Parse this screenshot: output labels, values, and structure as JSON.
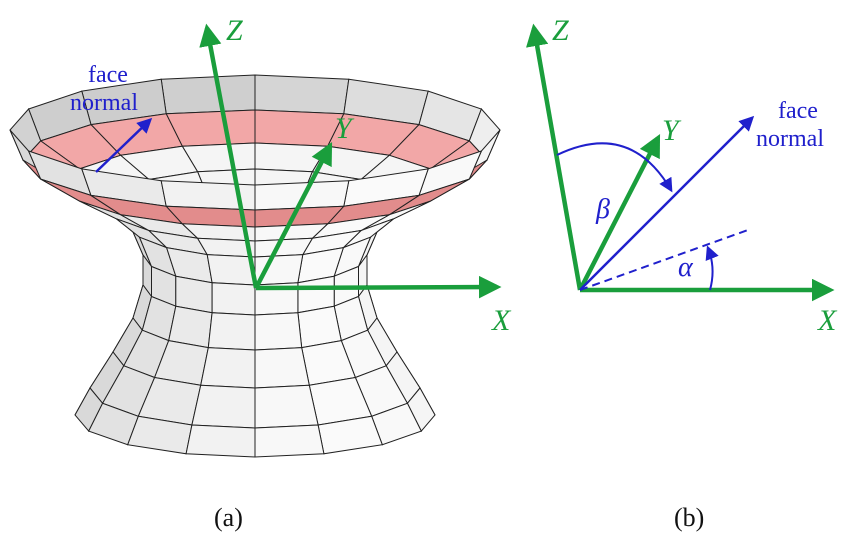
{
  "panel_a": {
    "caption": "(a)",
    "normal_label": [
      "face",
      "normal"
    ],
    "axes": {
      "x": "X",
      "y": "Y",
      "z": "Z"
    }
  },
  "panel_b": {
    "caption": "(b)",
    "normal_label": [
      "face",
      "normal"
    ],
    "axes": {
      "x": "X",
      "y": "Y",
      "z": "Z"
    },
    "angles": {
      "beta": "β",
      "alpha": "α"
    }
  },
  "colors": {
    "axis": "#1a9e3c",
    "normal": "#2020cc",
    "highlight": "#f0a0a0",
    "mesh_fill": "#e9e9e9",
    "mesh_line": "#222222"
  }
}
